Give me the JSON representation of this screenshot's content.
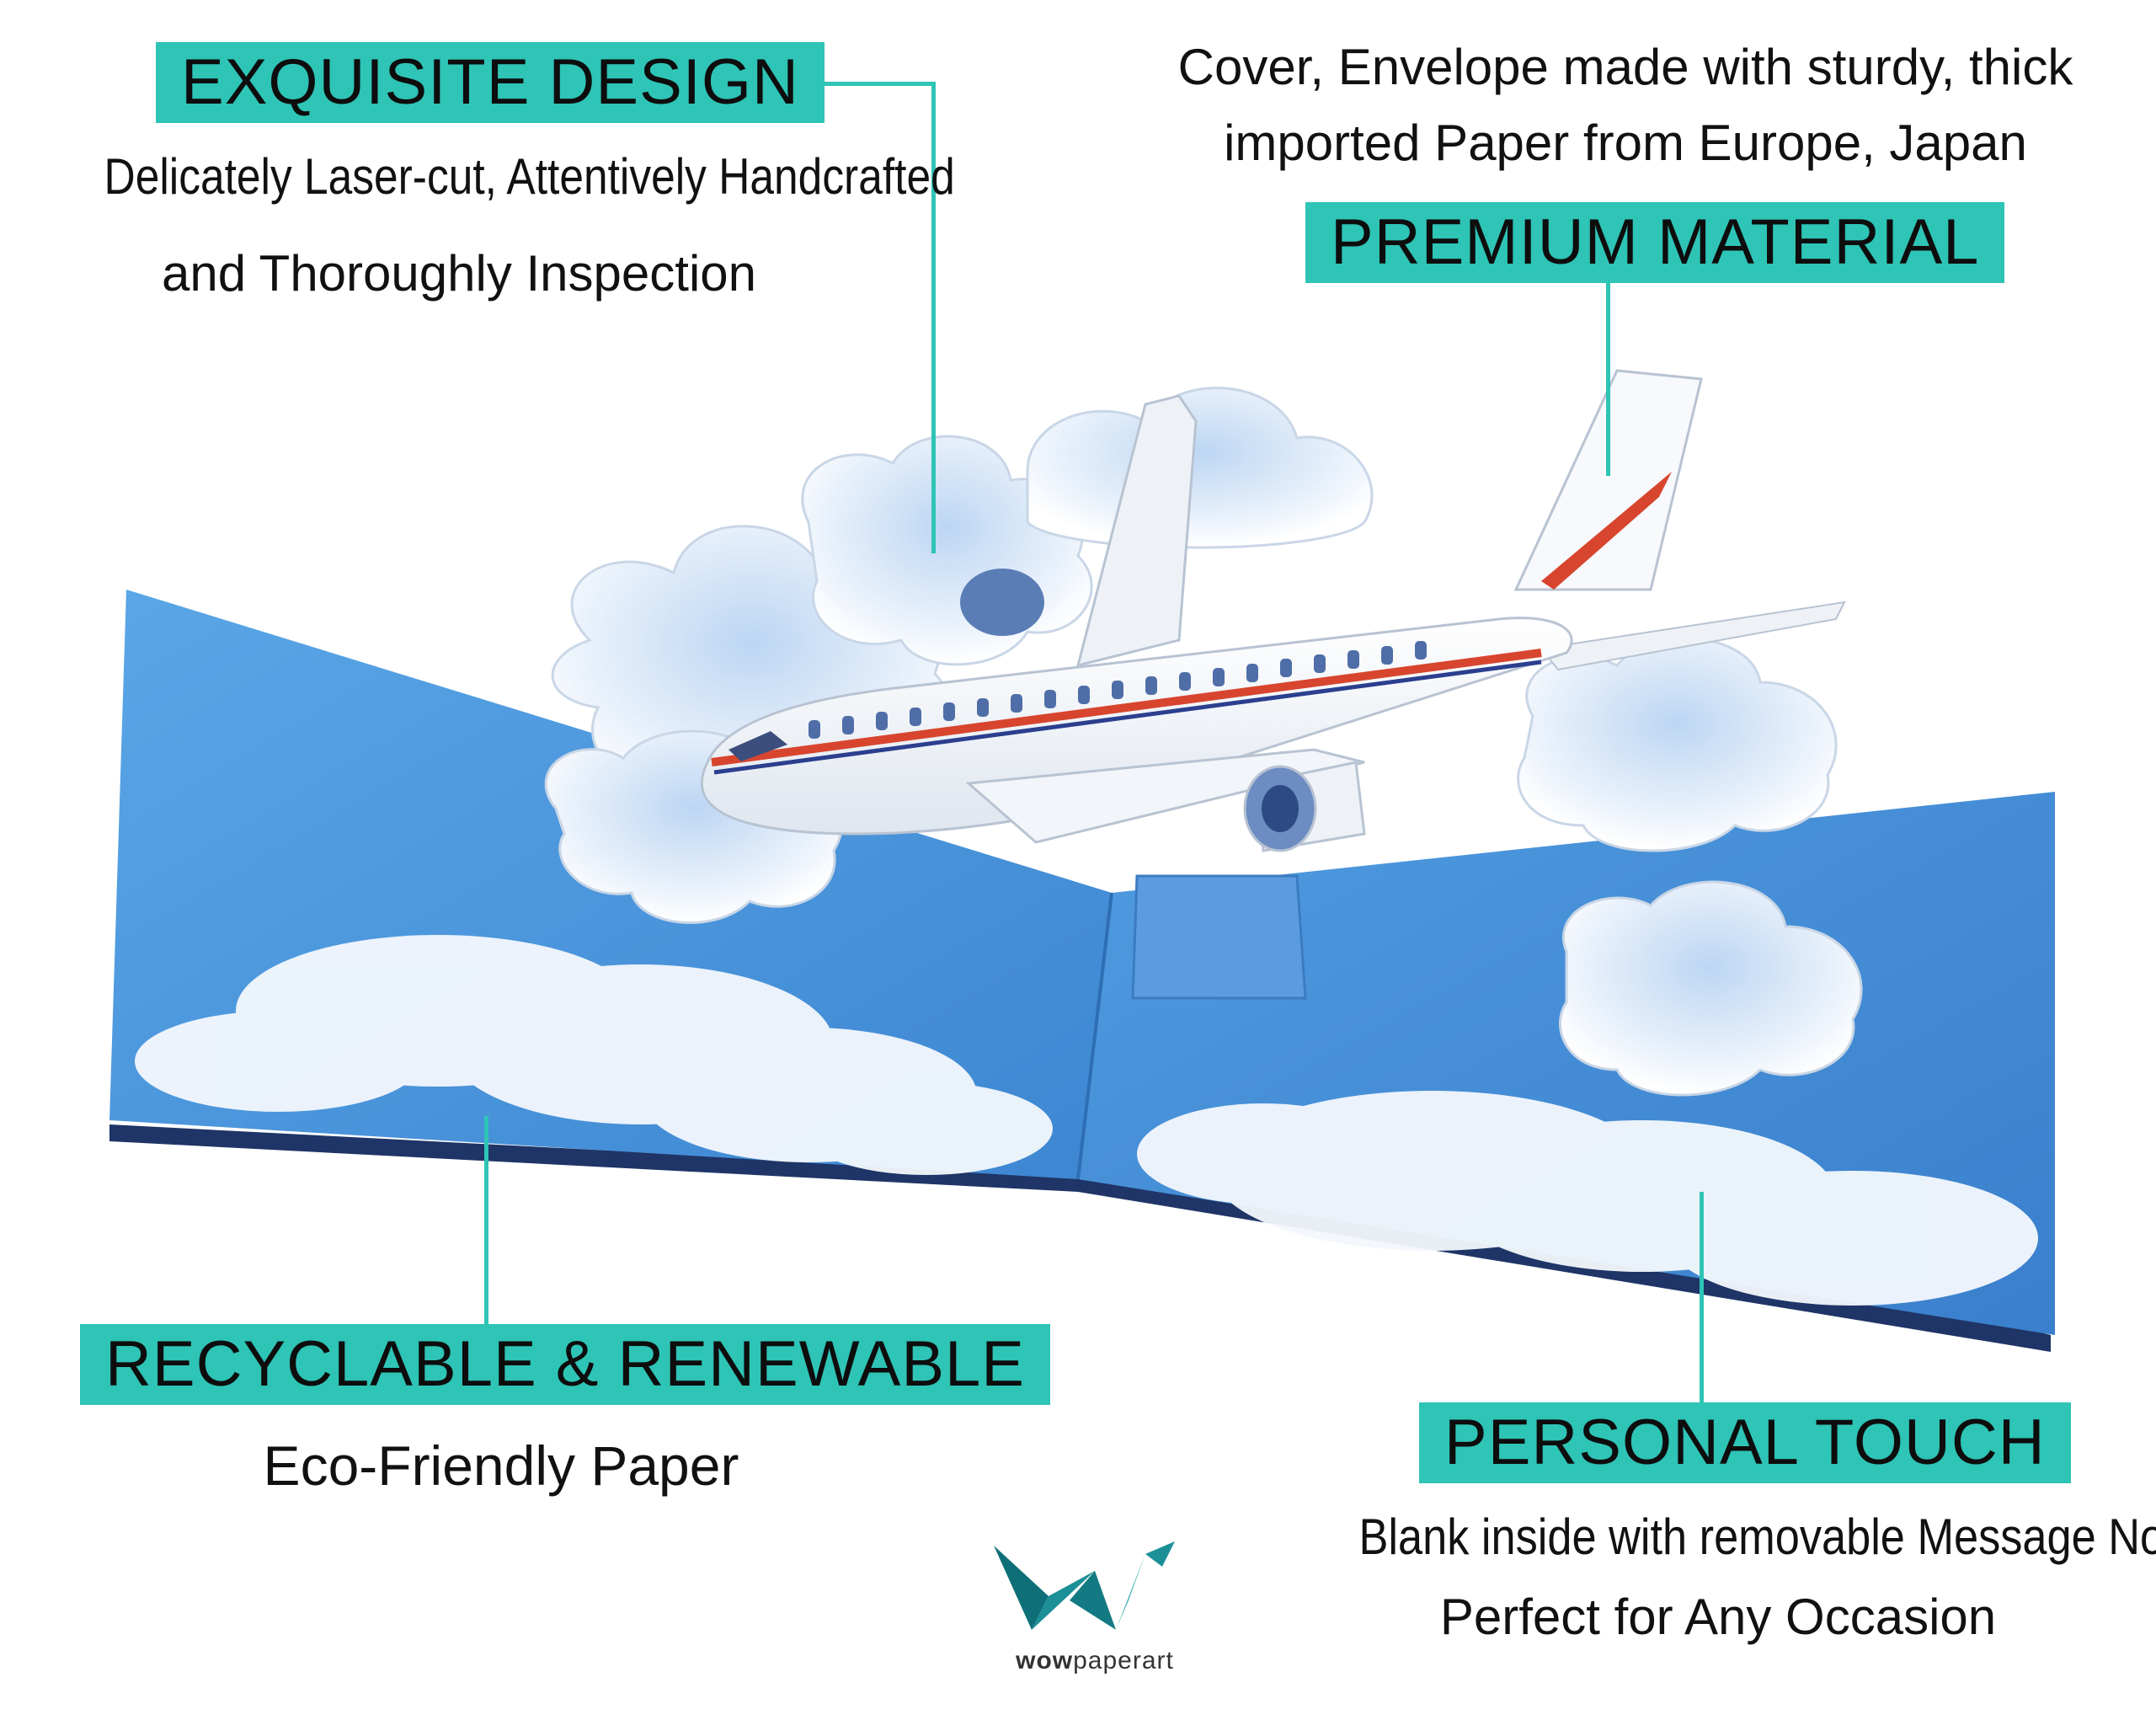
{
  "callouts": {
    "design": {
      "title": "EXQUISITE DESIGN",
      "line1": "Delicately Laser-cut, Attentively Handcrafted",
      "line2": "and Thoroughly Inspection"
    },
    "material": {
      "line1": "Cover, Envelope made with sturdy, thick",
      "line2": "imported Paper from Europe, Japan",
      "title": "PREMIUM MATERIAL"
    },
    "recyclable": {
      "title": "RECYCLABLE & RENEWABLE",
      "line1": "Eco-Friendly Paper"
    },
    "personal": {
      "title": "PERSONAL TOUCH",
      "line1": "Blank inside with removable Message Note",
      "line2": "Perfect for Any Occasion"
    }
  },
  "brand": {
    "name_bold": "wow",
    "name_rest": "paperart"
  },
  "colors": {
    "accent": "#2ec4b6",
    "sky": "#4a98de",
    "cloud": "#f2f6fb",
    "stripe_red": "#d8452f",
    "stripe_blue": "#2b3f8f"
  },
  "icons": {
    "product": "airplane-popup-card",
    "logo": "origami-crane-w-logo"
  }
}
